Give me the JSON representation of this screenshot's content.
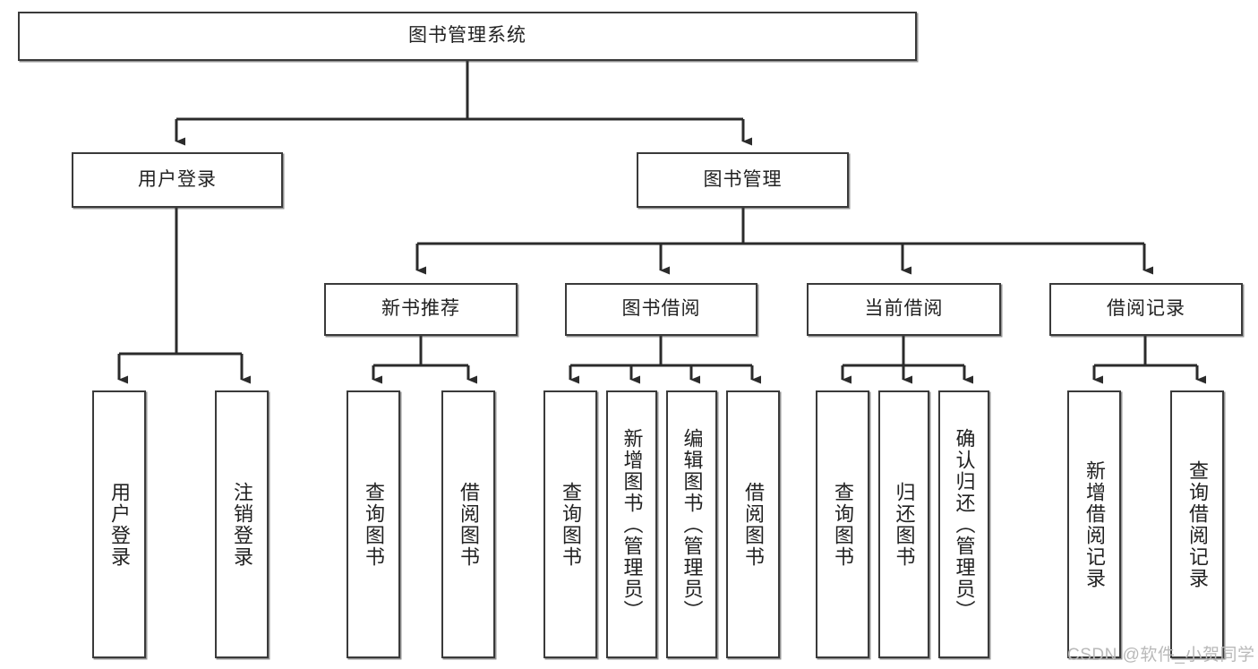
{
  "diagram": {
    "type": "tree-hierarchy",
    "title": "图书管理系统",
    "watermark": "CSDN @软件_小贺同学",
    "colors": {
      "box_border": "#3a3a3a",
      "box_fill": "#ffffff",
      "edge": "#2b2b2b",
      "text": "#222222",
      "watermark": "#b9b9b9"
    },
    "levels": {
      "root": "图书管理系统",
      "level2": [
        "用户登录",
        "图书管理"
      ],
      "level3": [
        "新书推荐",
        "图书借阅",
        "当前借阅",
        "借阅记录"
      ]
    },
    "nodes": {
      "root": {
        "label": "图书管理系统"
      },
      "user_login": {
        "label": "用户登录"
      },
      "book_manage": {
        "label": "图书管理"
      },
      "new_book_rec": {
        "label": "新书推荐"
      },
      "book_borrow": {
        "label": "图书借阅"
      },
      "current_borrow": {
        "label": "当前借阅"
      },
      "borrow_record": {
        "label": "借阅记录"
      }
    },
    "leaves": {
      "user_login": [
        {
          "label": "用户登录"
        },
        {
          "label": "注销登录"
        }
      ],
      "new_book_rec": [
        {
          "label": "查询图书"
        },
        {
          "label": "借阅图书"
        }
      ],
      "book_borrow": [
        {
          "label": "查询图书"
        },
        {
          "label": "新增图书（管理员）"
        },
        {
          "label": "编辑图书（管理员）"
        },
        {
          "label": "借阅图书"
        }
      ],
      "current_borrow": [
        {
          "label": "查询图书"
        },
        {
          "label": "归还图书"
        },
        {
          "label": "确认归还（管理员）"
        }
      ],
      "borrow_record": [
        {
          "label": "新增借阅记录"
        },
        {
          "label": "查询借阅记录"
        }
      ]
    }
  }
}
